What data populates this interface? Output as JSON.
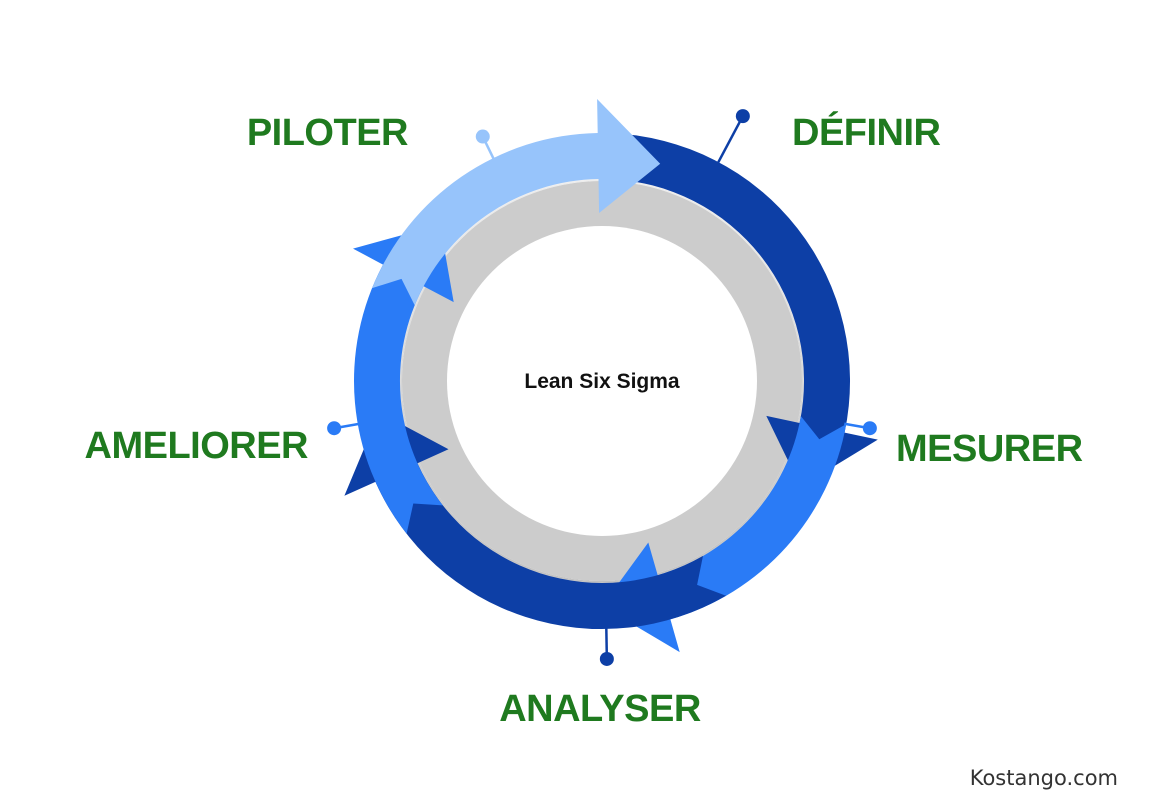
{
  "center": {
    "label": "Lean Six Sigma"
  },
  "stages": [
    {
      "id": "definir",
      "label": "DÉFINIR",
      "color": "#0d3fa6"
    },
    {
      "id": "mesurer",
      "label": "MESURER",
      "color": "#2a7bf6"
    },
    {
      "id": "analyser",
      "label": "ANALYSER",
      "color": "#0d3fa6"
    },
    {
      "id": "ameliorer",
      "label": "AMELIORER",
      "color": "#2a7bf6"
    },
    {
      "id": "piloter",
      "label": "PILOTER",
      "color": "#97c4fb"
    }
  ],
  "colors": {
    "label_text": "#1f7a1f",
    "inner_ring": "#cccccc",
    "center_fill": "#ffffff"
  },
  "source": "Kostango.com"
}
